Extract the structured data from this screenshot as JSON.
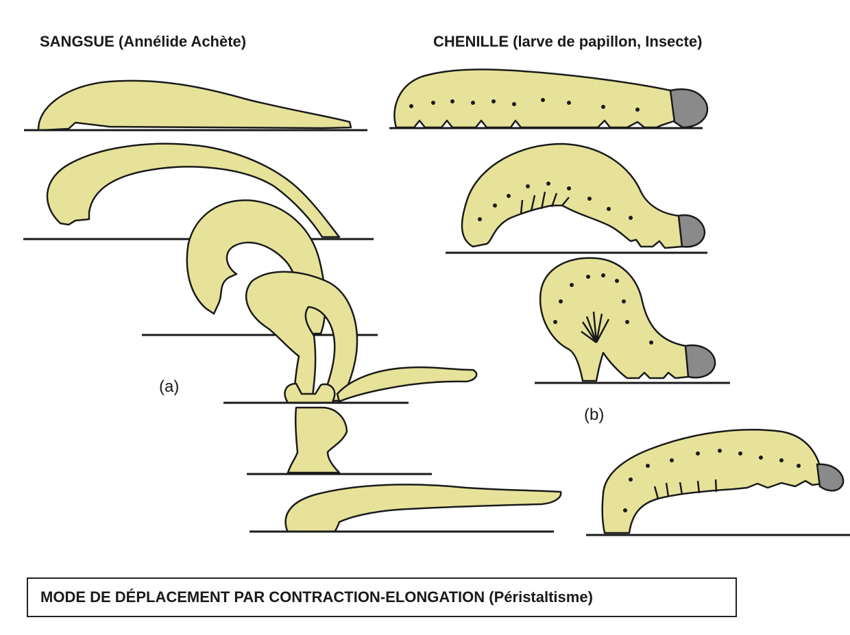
{
  "leech": {
    "title": "SANGSUE (Annélide Achète)",
    "label": "(a)",
    "body_color": "#e6e29a"
  },
  "caterpillar": {
    "title": "CHENILLE (larve de papillon, Insecte)",
    "label": "(b)",
    "body_color": "#e6e29a",
    "head_color": "#8a8a8a"
  },
  "caption": "MODE DE DÉPLACEMENT PAR CONTRACTION-ELONGATION (Péristaltisme)"
}
